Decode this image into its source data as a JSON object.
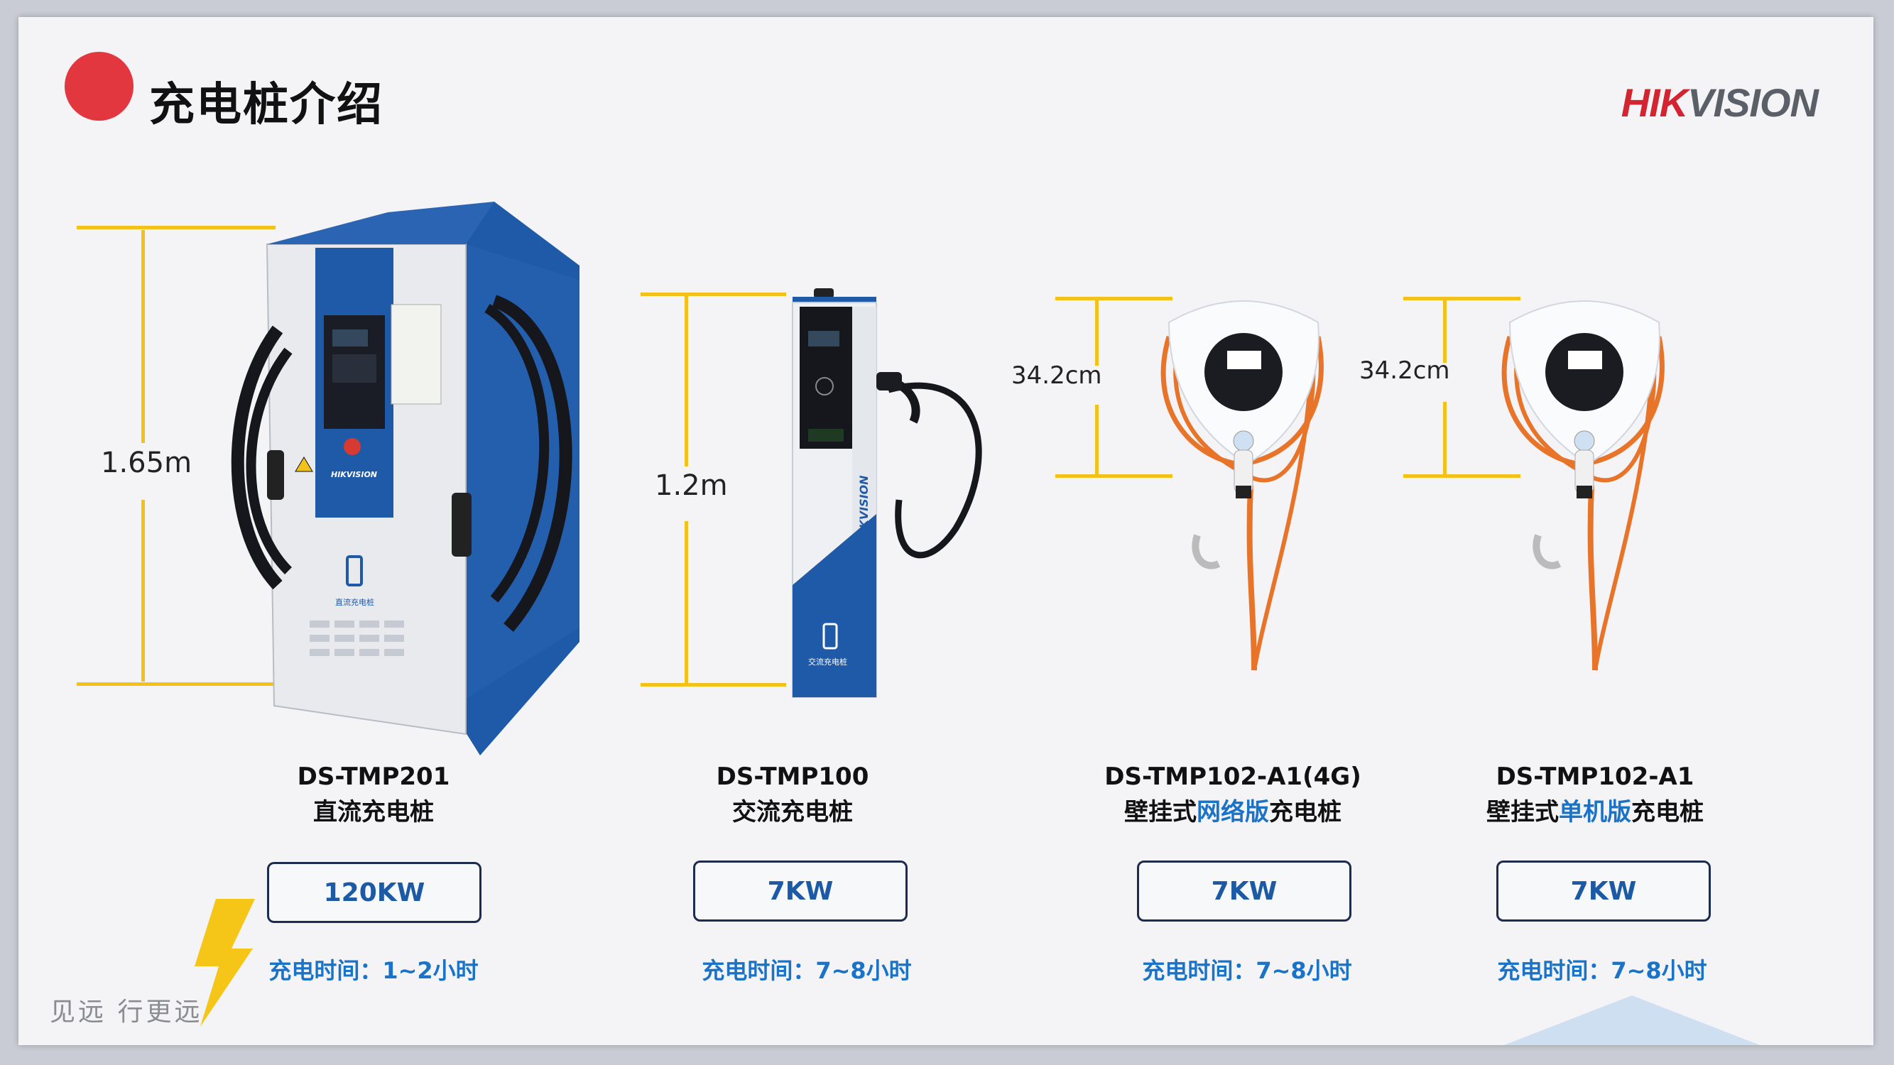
{
  "title": "充电桩介绍",
  "logo": {
    "part1": "HIK",
    "part2": "VISION"
  },
  "slogan": "见远 行更远",
  "products": [
    {
      "dimension": "1.65m",
      "model": "DS-TMP201",
      "type_parts": [
        "直流充电桩"
      ],
      "power": "120KW",
      "charge_time": "充电时间：1~2小时",
      "device_brand": "HIKVISION",
      "device_label": "直流充电桩"
    },
    {
      "dimension": "1.2m",
      "model": "DS-TMP100",
      "type_parts": [
        "交流充电桩"
      ],
      "power": "7KW",
      "charge_time": "充电时间：7~8小时",
      "device_brand": "HIKVISION",
      "device_label": "交流充电桩"
    },
    {
      "dimension": "34.2cm",
      "model": "DS-TMP102-A1(4G)",
      "type_parts": [
        "壁挂式",
        "网络版",
        "充电桩"
      ],
      "power": "7KW",
      "charge_time": "充电时间：7~8小时"
    },
    {
      "dimension": "34.2cm",
      "model": "DS-TMP102-A1",
      "type_parts": [
        "壁挂式",
        "单机版",
        "充电桩"
      ],
      "power": "7KW",
      "charge_time": "充电时间：7~8小时"
    }
  ],
  "colors": {
    "accent": "#1a73c7",
    "title_dot": "#e2373f",
    "dimension_line": "#f2c21b",
    "device_blue": "#1f5aa8",
    "cable_orange": "#e8742a"
  }
}
